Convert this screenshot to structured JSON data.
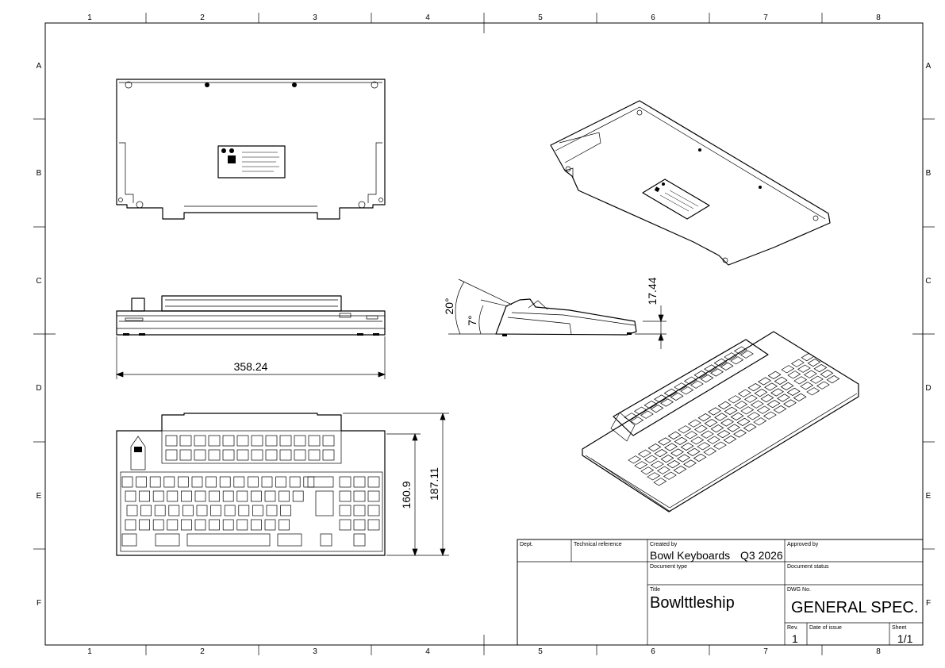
{
  "border": {
    "columns": [
      "1",
      "2",
      "3",
      "4",
      "5",
      "6",
      "7",
      "8"
    ],
    "rows": [
      "A",
      "B",
      "C",
      "D",
      "E",
      "F"
    ]
  },
  "dimensions": {
    "width": "358.24",
    "depth_inner": "160.9",
    "depth_outer": "187.11",
    "height": "17.44",
    "angle_front": "7°",
    "angle_tilt": "20°"
  },
  "title_block": {
    "dept_label": "Dept.",
    "tech_ref_label": "Technical reference",
    "created_by_label": "Created by",
    "created_by": "Bowl Keyboards",
    "created_date": "Q3 2026",
    "approved_by_label": "Approved by",
    "doc_type_label": "Document type",
    "doc_status_label": "Document status",
    "title_label": "Title",
    "title": "Bowlttleship",
    "dwg_no_label": "DWG No.",
    "dwg_no": "GENERAL SPEC.",
    "rev_label": "Rev.",
    "rev": "1",
    "date_issue_label": "Date of issue",
    "sheet_label": "Sheet",
    "sheet": "1/1"
  }
}
